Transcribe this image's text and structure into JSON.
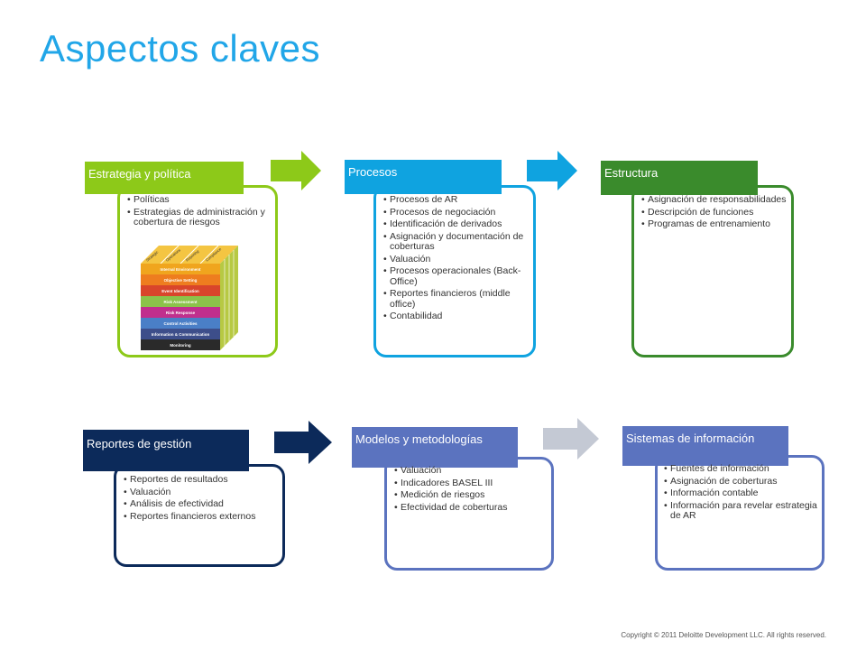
{
  "slide": {
    "title": "Aspectos claves",
    "footer": "Copyright © 2011 Deloitte Development LLC. All rights reserved."
  },
  "colors": {
    "title": "#21a6e8",
    "green_light": "#8dc919",
    "blue": "#0fa3e0",
    "green_dark": "#3a8b2c",
    "navy": "#0c2a5a",
    "periwinkle": "#5b73bf",
    "gray_arrow": "#c4c9d4"
  },
  "boxes": [
    {
      "heading": "Estrategia y política",
      "items": [
        "Políticas",
        "Estrategias de administración y cobertura de riesgos"
      ]
    },
    {
      "heading": "Procesos",
      "items": [
        "Procesos de AR",
        "Procesos de negociación",
        "Identificación de derivados",
        "Asignación y documentación de coberturas",
        "Valuación",
        "Procesos operacionales (Back-Office)",
        "Reportes financieros (middle office)",
        "Contabilidad"
      ]
    },
    {
      "heading": "Estructura",
      "items": [
        "Asignación de responsabilidades",
        "Descripción de funciones",
        "Programas de entrenamiento"
      ]
    },
    {
      "heading": "Reportes de gestión",
      "items": [
        "Reportes de resultados",
        "Valuación",
        "Análisis de efectividad",
        "Reportes financieros externos"
      ]
    },
    {
      "heading": "Modelos y metodologías",
      "items": [
        "Valuación",
        " Indicadores BASEL III",
        "Medición de riesgos",
        "Efectividad de coberturas"
      ]
    },
    {
      "heading": "Sistemas de información",
      "items": [
        "Fuentes de información",
        "Asignación de coberturas",
        "Información contable",
        "Información para revelar estrategia de AR"
      ]
    }
  ],
  "cube": {
    "top_labels": [
      "Strategic",
      "Operations",
      "Reporting",
      "Compliance"
    ],
    "layers": [
      "Internal Environment",
      "Objective Setting",
      "Event Identification",
      "Risk Assessment",
      "Risk Response",
      "Control Activities",
      "Information & Communication",
      "Monitoring"
    ]
  }
}
